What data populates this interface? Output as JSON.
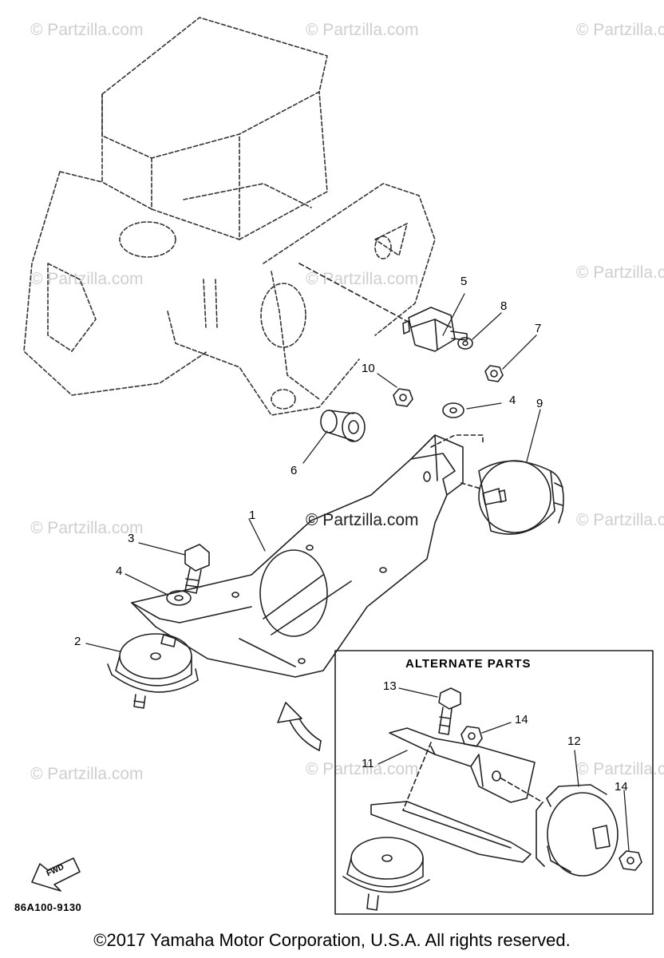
{
  "watermark_text": "© Partzilla.com",
  "diagram": {
    "center_watermark": "© Partzilla.com",
    "inset_title": "ALTERNATE PARTS",
    "fwd_label": "FWD",
    "diagram_code": "86A100-9130",
    "copyright": "©2017 Yamaha Motor Corporation, U.S.A. All rights reserved.",
    "callouts": {
      "c1": "1",
      "c2": "2",
      "c3": "3",
      "c4a": "4",
      "c4b": "4",
      "c5": "5",
      "c6": "6",
      "c7": "7",
      "c8": "8",
      "c9": "9",
      "c10": "10",
      "c11": "11",
      "c12": "12",
      "c13": "13",
      "c14a": "14",
      "c14b": "14"
    }
  }
}
